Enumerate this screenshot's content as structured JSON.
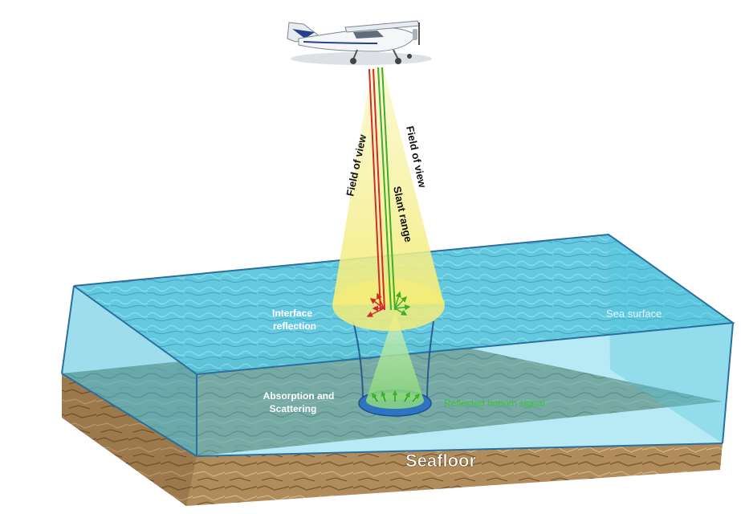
{
  "labels": {
    "field_of_view_left": "Field of view",
    "field_of_view_right": "Field of view",
    "slant_range": "Slant range",
    "interface_reflection_line1": "Interface",
    "interface_reflection_line2": "reflection",
    "sea_surface": "Sea surface",
    "absorption_line1": "Absorption and",
    "absorption_line2": "Scattering",
    "reflected_bottom_signal": "Reflected bottom signal",
    "seafloor": "Seafloor"
  },
  "colors": {
    "water": "#4fc3dc",
    "water_edge": "#2a6fa0",
    "cone": "#f6f08a",
    "green_cone": "#9be08a",
    "red_beam": "#d42a2a",
    "green_beam": "#3fae2a",
    "seafloor": "#a8875a",
    "green_text": "#3cc23a"
  }
}
